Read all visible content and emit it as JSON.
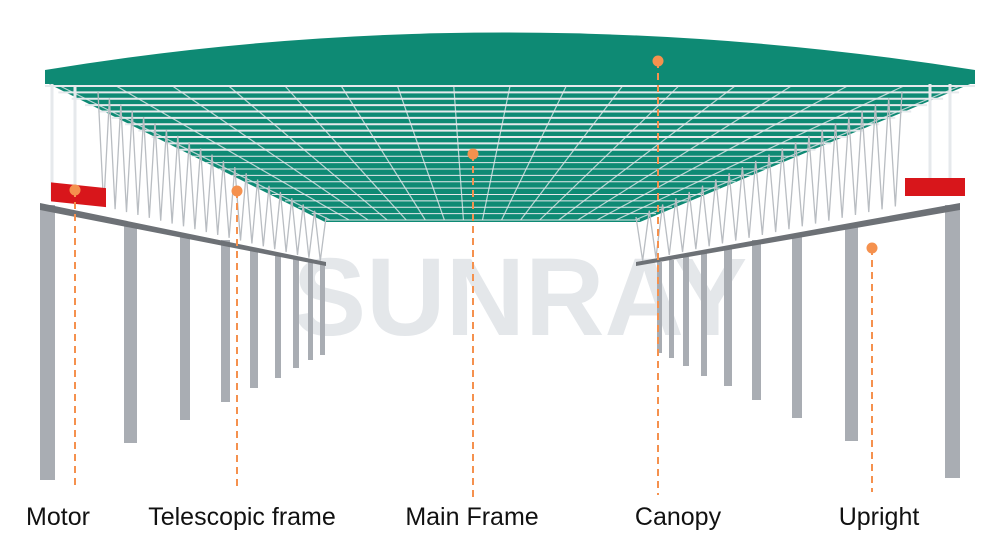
{
  "watermark": {
    "text": "SUNRAY"
  },
  "colors": {
    "canopy": "#0e8a74",
    "frame": "#e6e9ec",
    "post": "#a9adb3",
    "motor": "#d8161b",
    "marker": "#f5914e"
  },
  "labels": [
    {
      "id": "motor",
      "text": "Motor"
    },
    {
      "id": "telescopic-frame",
      "text": "Telescopic frame"
    },
    {
      "id": "main-frame",
      "text": "Main Frame"
    },
    {
      "id": "canopy",
      "text": "Canopy"
    },
    {
      "id": "upright",
      "text": "Upright"
    }
  ]
}
